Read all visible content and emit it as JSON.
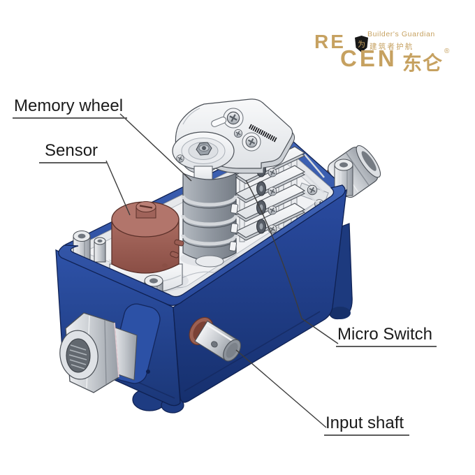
{
  "page": {
    "background": "#ffffff"
  },
  "brand": {
    "wordmark_top": "RE",
    "wordmark_bottom_latin": "CEN",
    "wordmark_bottom_cjk": "东仑",
    "registered_mark": "®",
    "slogan_en": "Builder's Guardian",
    "slogan_cjk": "建筑者护航",
    "shield_char": "为",
    "gold_color": "#C6A160",
    "shield_color": "#181818"
  },
  "callouts": {
    "memory_wheel": "Memory wheel",
    "sensor": "Sensor",
    "micro_switch": "Micro Switch",
    "input_shaft": "Input shaft"
  },
  "device": {
    "description": "Isometric CAD rendering of a blue limit-switch gearbox with open housing showing sensor, memory wheel stack, micro switch stack, cable glands and input shaft",
    "housing_color": "#26479A",
    "sensor_color": "#A5695E",
    "memory_wheel_color": "#8E959E",
    "metal_color": "#C9CDD2",
    "leader_line_color": "#3c3c3c"
  }
}
